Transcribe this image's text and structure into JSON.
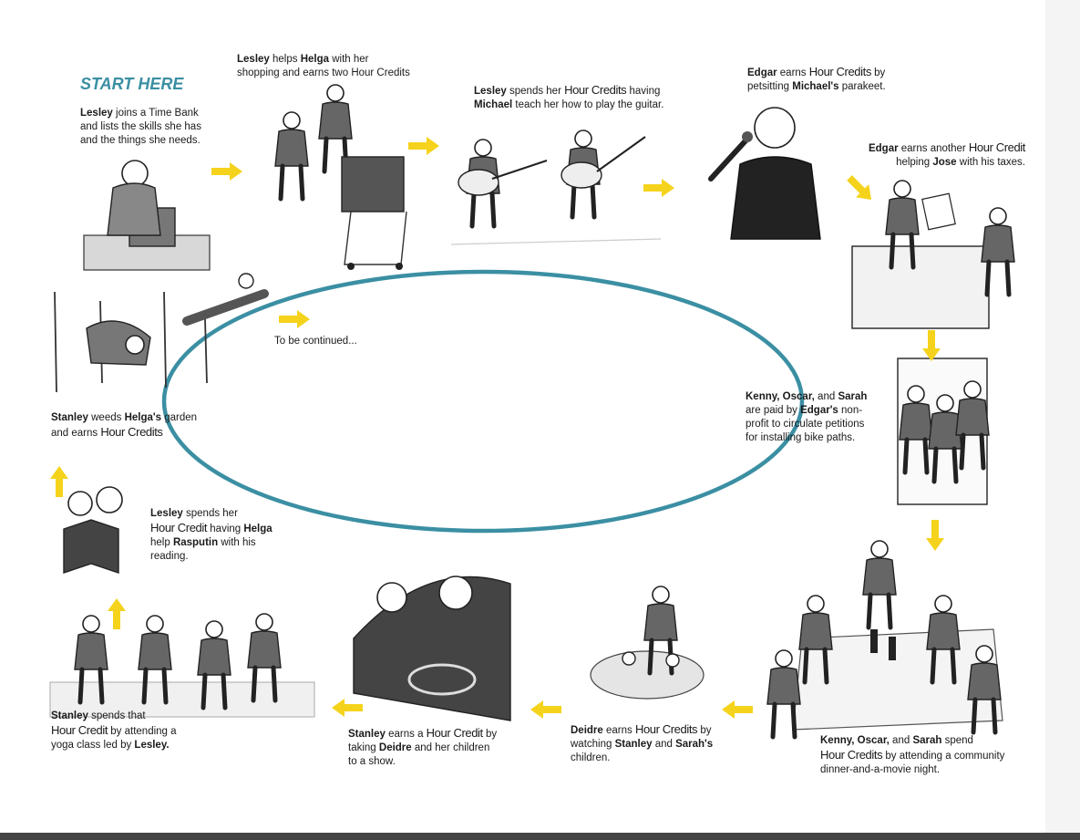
{
  "start_label": "START HERE",
  "continued_label": "To be continued...",
  "colors": {
    "accent": "#3b8fa3",
    "arrow": "#f5d31c",
    "ink": "#1a1a1a",
    "ring": "#3b8fa3"
  },
  "steps": [
    {
      "parts": [
        {
          "t": "Lesley",
          "s": "b"
        },
        {
          "t": " joins a Time Bank"
        },
        {
          "t": "\n"
        },
        {
          "t": "and lists the skills she has"
        },
        {
          "t": "\n"
        },
        {
          "t": "and the things she needs."
        }
      ]
    },
    {
      "parts": [
        {
          "t": "Lesley",
          "s": "b"
        },
        {
          "t": " helps "
        },
        {
          "t": "Helga",
          "s": "b"
        },
        {
          "t": " with her"
        },
        {
          "t": "\n"
        },
        {
          "t": "shopping and earns two "
        },
        {
          "t": "Hour Credits"
        }
      ]
    },
    {
      "parts": [
        {
          "t": "Lesley",
          "s": "b"
        },
        {
          "t": " spends her "
        },
        {
          "t": "Hour Credits",
          "s": "hc"
        },
        {
          "t": " having"
        },
        {
          "t": "\n"
        },
        {
          "t": "Michael",
          "s": "b"
        },
        {
          "t": " teach her how to play the guitar."
        }
      ]
    },
    {
      "parts": [
        {
          "t": "Edgar",
          "s": "b"
        },
        {
          "t": " earns "
        },
        {
          "t": "Hour Credits",
          "s": "hc"
        },
        {
          "t": " by"
        },
        {
          "t": "\n"
        },
        {
          "t": "petsitting "
        },
        {
          "t": "Michael's",
          "s": "b"
        },
        {
          "t": " parakeet."
        }
      ]
    },
    {
      "parts": [
        {
          "t": "Edgar",
          "s": "b"
        },
        {
          "t": " earns another "
        },
        {
          "t": "Hour Credit",
          "s": "hc"
        },
        {
          "t": "\n"
        },
        {
          "t": "helping "
        },
        {
          "t": "Jose",
          "s": "b"
        },
        {
          "t": " with his taxes."
        }
      ]
    },
    {
      "parts": [
        {
          "t": "Kenny, Oscar,",
          "s": "b"
        },
        {
          "t": " and "
        },
        {
          "t": "Sarah",
          "s": "b"
        },
        {
          "t": "\n"
        },
        {
          "t": "are paid by "
        },
        {
          "t": "Edgar's",
          "s": "b"
        },
        {
          "t": " non-"
        },
        {
          "t": "\n"
        },
        {
          "t": "profit to circulate petitions"
        },
        {
          "t": "\n"
        },
        {
          "t": "for installing bike paths."
        }
      ]
    },
    {
      "parts": [
        {
          "t": "Kenny, Oscar,",
          "s": "b"
        },
        {
          "t": " and "
        },
        {
          "t": "Sarah",
          "s": "b"
        },
        {
          "t": " spend"
        },
        {
          "t": "\n"
        },
        {
          "t": "Hour Credits",
          "s": "hc"
        },
        {
          "t": " by attending a community"
        },
        {
          "t": "\n"
        },
        {
          "t": "dinner-and-a-movie night."
        }
      ]
    },
    {
      "parts": [
        {
          "t": "Deidre",
          "s": "b"
        },
        {
          "t": " earns "
        },
        {
          "t": "Hour Credits",
          "s": "hc"
        },
        {
          "t": " by"
        },
        {
          "t": "\n"
        },
        {
          "t": "watching "
        },
        {
          "t": "Stanley",
          "s": "b"
        },
        {
          "t": " and "
        },
        {
          "t": "Sarah's",
          "s": "b"
        },
        {
          "t": "\n"
        },
        {
          "t": "children."
        }
      ]
    },
    {
      "parts": [
        {
          "t": "Stanley",
          "s": "b"
        },
        {
          "t": " earns a "
        },
        {
          "t": "Hour Credit",
          "s": "hc"
        },
        {
          "t": " by"
        },
        {
          "t": "\n"
        },
        {
          "t": "taking "
        },
        {
          "t": "Deidre",
          "s": "b"
        },
        {
          "t": " and her children"
        },
        {
          "t": "\n"
        },
        {
          "t": "to a show."
        }
      ]
    },
    {
      "parts": [
        {
          "t": "Stanley",
          "s": "b"
        },
        {
          "t": " spends that"
        },
        {
          "t": "\n"
        },
        {
          "t": "Hour Credit",
          "s": "hc"
        },
        {
          "t": " by attending a"
        },
        {
          "t": "\n"
        },
        {
          "t": "yoga class led by "
        },
        {
          "t": "Lesley.",
          "s": "b"
        }
      ]
    },
    {
      "parts": [
        {
          "t": "Lesley",
          "s": "b"
        },
        {
          "t": " spends her"
        },
        {
          "t": "\n"
        },
        {
          "t": "Hour Credit",
          "s": "hc"
        },
        {
          "t": " having "
        },
        {
          "t": "Helga",
          "s": "b"
        },
        {
          "t": "\n"
        },
        {
          "t": "help "
        },
        {
          "t": "Rasputin",
          "s": "b"
        },
        {
          "t": " with his"
        },
        {
          "t": "\n"
        },
        {
          "t": "reading."
        }
      ]
    },
    {
      "parts": [
        {
          "t": "Stanley",
          "s": "b"
        },
        {
          "t": " weeds "
        },
        {
          "t": "Helga's",
          "s": "b"
        },
        {
          "t": " garden"
        },
        {
          "t": "\n"
        },
        {
          "t": "and earns "
        },
        {
          "t": "Hour Credits",
          "s": "hc"
        }
      ]
    }
  ]
}
